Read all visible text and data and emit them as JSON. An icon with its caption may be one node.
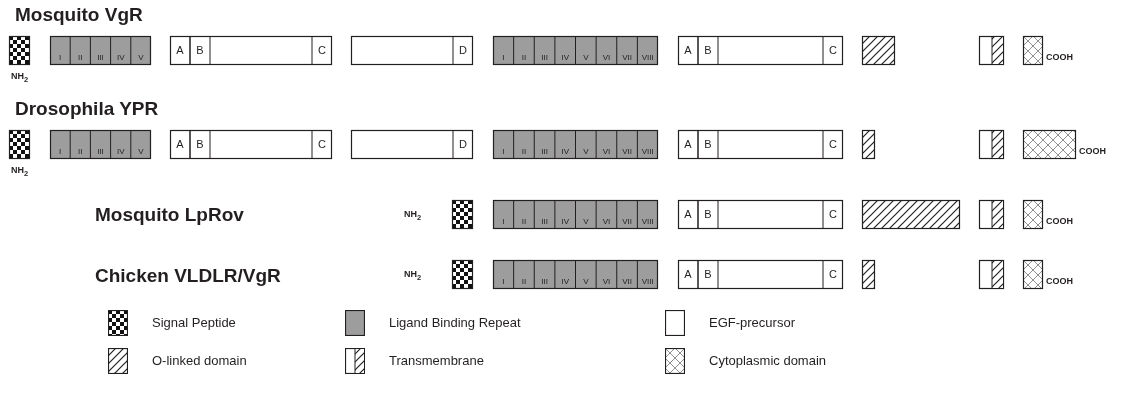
{
  "diagram": {
    "nodes": [
      {
        "text": [],
        "shape": "box",
        "beside": [
          "NH$_{2}$"
        ]
      },
      {
        "text": [
          "I",
          "II",
          "III",
          "IV",
          "V"
        ]
      },
      {
        "text": [
          "A",
          "B",
          "C"
        ]
      },
      {
        "text": [
          "D"
        ]
      },
      {
        "text": [
          "I",
          "II",
          "III",
          "IV",
          "V",
          "VI",
          "VII",
          "VIII"
        ]
      },
      {
        "text": [
          "A",
          "B",
          "C"
        ]
      },
      {
        "text": [],
        "shape": "box"
      },
      {
        "text": [],
        "shape": "box"
      },
      {
        "text": [],
        "shape": "box",
        "beside": [
          "COOH"
        ]
      },
      {
        "text": [],
        "shape": "box",
        "beside": [
          "NH$_{2}$"
        ]
      },
      {
        "text": [
          "I",
          "II",
          "III",
          "IV",
          "V"
        ]
      },
      {
        "text": [
          "A",
          "B",
          "C"
        ]
      },
      {
        "text": [
          "D"
        ]
      },
      {
        "text": [
          "I",
          "II",
          "III",
          "IV",
          "V",
          "VI",
          "VII",
          "VIII"
        ]
      },
      {
        "text": [
          "A",
          "B",
          "C"
        ]
      },
      {
        "text": [],
        "shape": "box"
      },
      {
        "text": [],
        "shape": "box"
      },
      {
        "text": [],
        "shape": "box",
        "beside": [
          "COOH"
        ]
      },
      {
        "text": [],
        "shape": "box",
        "beside": [
          "NH$_{2}$"
        ]
      },
      {
        "text": [
          "I",
          "II",
          "III",
          "IV",
          "V",
          "VI",
          "VII",
          "VIII"
        ]
      },
      {
        "text": [
          "A",
          "B",
          "C"
        ]
      },
      {
        "text": [],
        "shape": "box"
      },
      {
        "text": [],
        "shape": "box"
      },
      {
        "text": [],
        "shape": "box",
        "beside": [
          "COOH"
        ]
      },
      {
        "text": [],
        "shape": "box",
        "beside": [
          "NH$_{2}$"
        ]
      },
      {
        "text": [
          "I",
          "II",
          "III",
          "IV",
          "V",
          "VI",
          "VII",
          "VIII"
        ]
      },
      {
        "text": [
          "A",
          "B",
          "C"
        ]
      },
      {
        "text": [],
        "shape": "box"
      },
      {
        "text": [],
        "shape": "box"
      },
      {
        "text": [],
        "shape": "box",
        "beside": [
          "COOH"
        ]
      }
    ],
    "labels": [
      "Mosquito VgR",
      "Drosophila YPR",
      "Mosquito LpRov",
      "Chicken VLDLR/VgR"
    ],
    "legend": [
      {
        "text": "Signal Peptide"
      },
      {
        "text": "Ligand Binding Repeat",
        "color": "#9d9d9d"
      },
      {
        "text": "EGF-precursor"
      },
      {
        "text": "O-linked domain"
      },
      {
        "text": "Transmembrane"
      },
      {
        "text": "Cytoplasmic domain"
      }
    ]
  }
}
